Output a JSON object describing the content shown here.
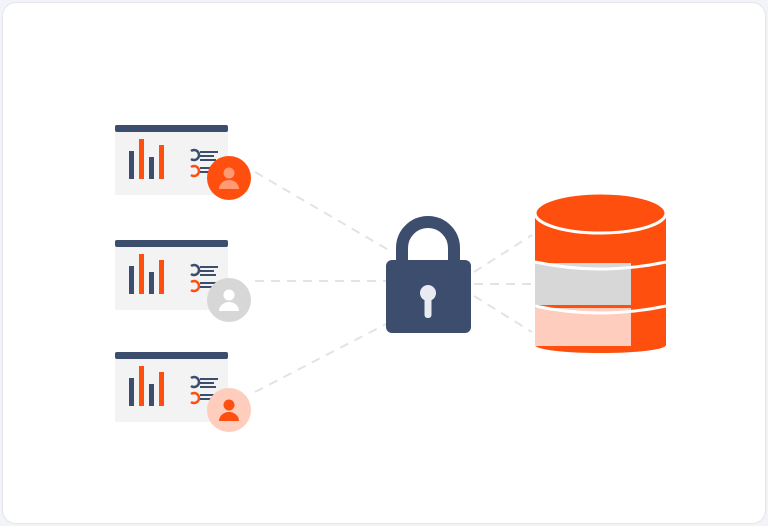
{
  "colors": {
    "navy": "#3d4d6e",
    "orange": "#ff4f0f",
    "gray": "#d7d7d7",
    "peach": "#ffcdbd",
    "panel": "#f3f3f3",
    "line": "#e6e6e6"
  },
  "dashboards": [
    {
      "user_status": "active",
      "avatar_icon": "user-icon"
    },
    {
      "user_status": "inactive",
      "avatar_icon": "user-icon"
    },
    {
      "user_status": "pending",
      "avatar_icon": "user-icon"
    }
  ],
  "center_icon": "lock-icon",
  "target_icon": "database-icon"
}
